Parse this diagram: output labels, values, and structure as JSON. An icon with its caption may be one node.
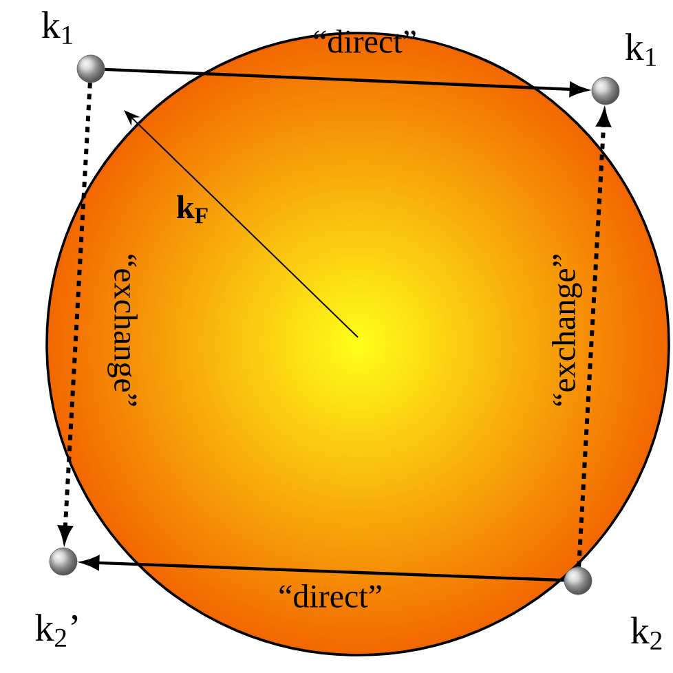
{
  "diagram": {
    "nodes": [
      {
        "text": [],
        "shape": "circle",
        "beside": [
          "k$_{1}$"
        ]
      },
      {
        "text": [],
        "shape": "circle",
        "beside": [
          "k$_{1}$"
        ]
      },
      {
        "text": [],
        "shape": "circle",
        "beside": [
          "k$_{2}$’"
        ]
      },
      {
        "text": [],
        "shape": "circle",
        "beside": [
          "k$_{2}$"
        ]
      }
    ],
    "edges": [
      {
        "from": 0,
        "to": 1,
        "arrow": "to",
        "label": "“direct”"
      },
      {
        "from": 3,
        "to": 2,
        "arrow": "to",
        "label": "“direct”"
      },
      {
        "from": 0,
        "to": 2,
        "arrow": "to",
        "label": "“exchange”",
        "style": "dashed"
      },
      {
        "from": 3,
        "to": 1,
        "arrow": "to",
        "label": "“exchange”",
        "style": "dashed"
      }
    ],
    "labels": [
      "k$_{F}$"
    ]
  }
}
